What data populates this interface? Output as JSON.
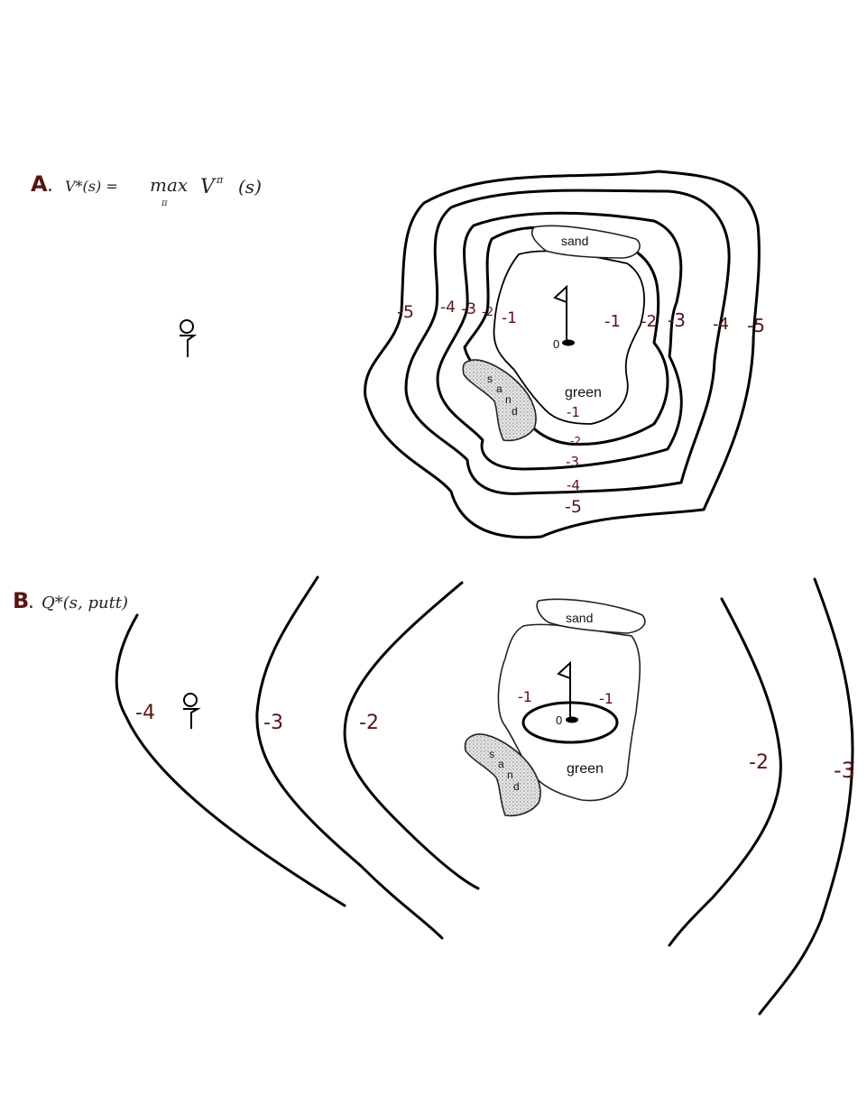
{
  "panel_a": {
    "letter": "A",
    "formula_lhs": "V*(s) =",
    "formula_max": "max",
    "formula_sub": "π",
    "formula_rhs": "V",
    "formula_sup": "π",
    "formula_arg": "(s)",
    "contour_labels_left": [
      "-5",
      "-4",
      "-3",
      "-2",
      "-1"
    ],
    "contour_labels_right": [
      "-1",
      "-2",
      "-3",
      "-4",
      "-5"
    ],
    "contour_labels_bottom": [
      "-1",
      "-2",
      "-3",
      "-4",
      "-5"
    ],
    "sand_top": "sand",
    "sand_left": [
      "s",
      "a",
      "n",
      "d"
    ],
    "green": "green",
    "hole_value": "0"
  },
  "panel_b": {
    "letter": "B",
    "formula": "Q*(s, putt)",
    "contour_labels": [
      "-4",
      "-3",
      "-2",
      "-2",
      "-3"
    ],
    "green_labels": [
      "-1",
      "-1"
    ],
    "sand_top": "sand",
    "sand_left": [
      "s",
      "a",
      "n",
      "d"
    ],
    "green": "green",
    "hole_value": "0"
  },
  "colors": {
    "handwriting": "#5a1414",
    "line": "#000000",
    "sand_fill": "#d9d9d9"
  }
}
